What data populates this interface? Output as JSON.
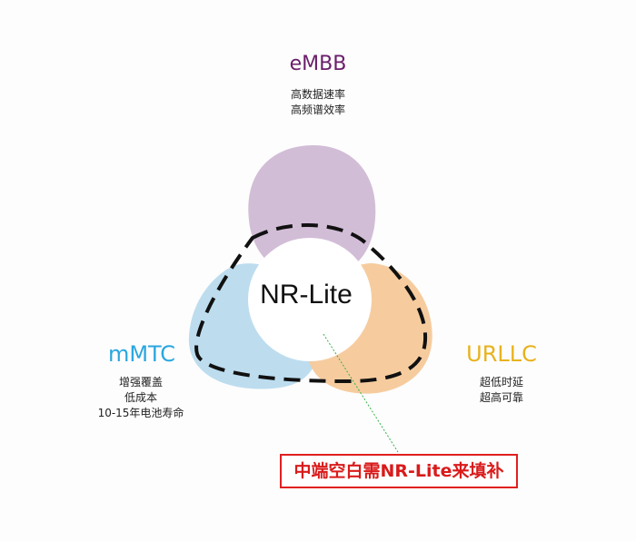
{
  "embb": {
    "title": "eMBB",
    "line1": "高数据速率",
    "line2": "高频谱效率"
  },
  "mmtc": {
    "title": "mMTC",
    "line1": "增强覆盖",
    "line2": "低成本",
    "line3": "10-15年电池寿命"
  },
  "urllc": {
    "title": "URLLC",
    "line1": "超低时延",
    "line2": "超高可靠"
  },
  "center": {
    "label": "NR-Lite"
  },
  "callout": {
    "text": "中端空白需NR-Lite来填补"
  },
  "colors": {
    "embb_text": "#6b1e6b",
    "mmtc_text": "#2aa6e0",
    "urllc_text": "#e8b21d",
    "embb_fill": "#cdb6d3",
    "mmtc_fill": "#b9dbee",
    "urllc_fill": "#f6c99a",
    "callout": "#e02020"
  }
}
